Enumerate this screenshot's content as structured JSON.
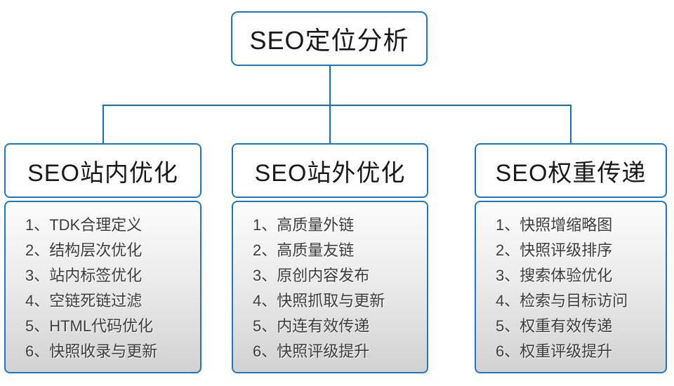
{
  "diagram": {
    "root": {
      "title": "SEO定位分析"
    },
    "columns": [
      {
        "title": "SEO站内优化",
        "items": [
          "1、TDK合理定义",
          "2、结构层次优化",
          "3、站内标签优化",
          "4、空链死链过滤",
          "5、HTML代码优化",
          "6、快照收录与更新"
        ]
      },
      {
        "title": "SEO站外优化",
        "items": [
          "1、高质量外链",
          "2、高质量友链",
          "3、原创内容发布",
          "4、快照抓取与更新",
          "5、内连有效传递",
          "6、快照评级提升"
        ]
      },
      {
        "title": "SEO权重传递",
        "items": [
          "1、快照增缩略图",
          "2、快照评级排序",
          "3、搜索体验优化",
          "4、检索与目标访问",
          "5、权重有效传递",
          "6、权重评级提升"
        ]
      }
    ],
    "colors": {
      "line_blue": "#0f71bd",
      "border_blue": "#1d78c1",
      "title_text": "#1a1a1a",
      "list_text": "#3d3d3d",
      "list_bg_top": "#fcfcfc",
      "list_bg_bottom": "#d2d2d2"
    }
  }
}
